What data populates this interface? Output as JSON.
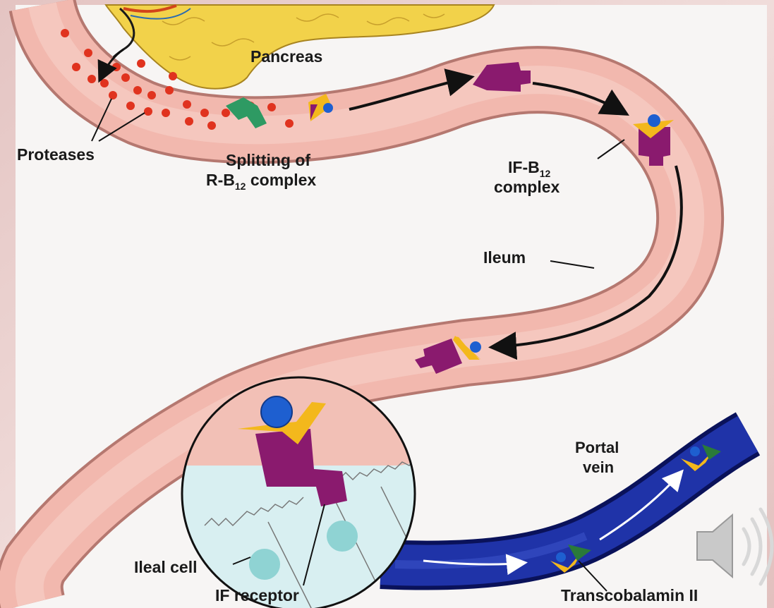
{
  "labels": {
    "pancreas": "Pancreas",
    "proteases": "Proteases",
    "splitting_line1": "Splitting of",
    "splitting_line2_prefix": "R-B",
    "splitting_line2_sub": "12",
    "splitting_line2_suffix": " complex",
    "if_b12_prefix": "IF-B",
    "if_b12_sub": "12",
    "if_b12_line2": "complex",
    "ileum": "Ileum",
    "portal_line1": "Portal",
    "portal_line2": "vein",
    "ileal_cell": "Ileal cell",
    "if_receptor": "IF receptor",
    "transcobalamin": "Transcobalamin II"
  },
  "colors": {
    "slide_background": "#e9cfcd",
    "figure_background": "#f7f5f4",
    "intestine": "#f2b8ae",
    "intestine_edge": "#c7847c",
    "pancreas": "#f2d24a",
    "protease": "#e0331f",
    "intrinsic_factor": "#8a1a6e",
    "r_protein": "#f3b81c",
    "b12": "#1e5fd0",
    "split_fragment": "#2e9a63",
    "portal_vein": "#1a2a8e",
    "cell": "#d8eff1",
    "cell_nucleus": "#8fd3d3",
    "transcobalamin": "#2a7a3a"
  },
  "icons": {
    "speaker": "speaker-icon"
  }
}
